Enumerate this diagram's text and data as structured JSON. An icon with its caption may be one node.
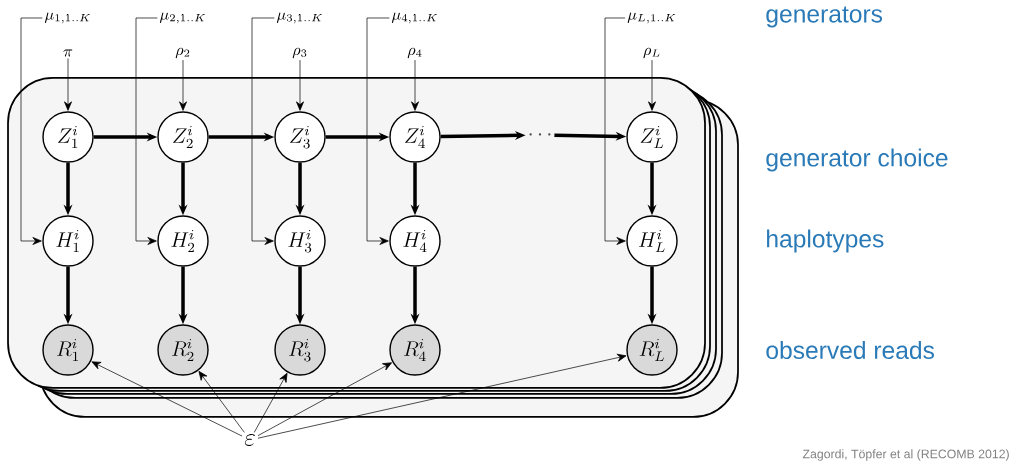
{
  "diagram": {
    "nodes": [
      {
        "text": [
          "\\mu_{1,1..K}"
        ]
      },
      {
        "text": [
          "\\mu_{2,1..K}"
        ]
      },
      {
        "text": [
          "\\mu_{3,1..K}"
        ]
      },
      {
        "text": [
          "\\mu_{4,1..K}"
        ]
      },
      {
        "text": [
          "\\mu_{L,1..K}"
        ]
      },
      {
        "text": [
          "\\pi"
        ]
      },
      {
        "text": [
          "\\rho_{2}"
        ]
      },
      {
        "text": [
          "\\rho_{3}"
        ]
      },
      {
        "text": [
          "\\rho_{4}"
        ]
      },
      {
        "text": [
          "\\rho_{L}"
        ]
      },
      {
        "text": [
          "Z^{i}_{1}"
        ]
      },
      {
        "text": [
          "Z^{i}_{2}"
        ]
      },
      {
        "text": [
          "Z^{i}_{3}"
        ]
      },
      {
        "text": [
          "Z^{i}_{4}"
        ]
      },
      {
        "text": [
          "Z^{i}_{L}"
        ]
      },
      {
        "text": [
          "H^{i}_{1}"
        ]
      },
      {
        "text": [
          "H^{i}_{2}"
        ]
      },
      {
        "text": [
          "H^{i}_{3}"
        ]
      },
      {
        "text": [
          "H^{i}_{4}"
        ]
      },
      {
        "text": [
          "H^{i}_{L}"
        ]
      },
      {
        "text": [
          "R^{i}_{1}"
        ]
      },
      {
        "text": [
          "R^{i}_{2}"
        ]
      },
      {
        "text": [
          "R^{i}_{3}"
        ]
      },
      {
        "text": [
          "R^{i}_{4}"
        ]
      },
      {
        "text": [
          "R^{i}_{L}"
        ]
      },
      {
        "text": [
          "\\cdots"
        ]
      },
      {
        "text": [
          "\\varepsilon"
        ]
      }
    ],
    "edges": [
      {
        "from": 0,
        "to": 15,
        "arrow": "to"
      },
      {
        "from": 1,
        "to": 16,
        "arrow": "to"
      },
      {
        "from": 2,
        "to": 17,
        "arrow": "to"
      },
      {
        "from": 3,
        "to": 18,
        "arrow": "to"
      },
      {
        "from": 4,
        "to": 19,
        "arrow": "to"
      },
      {
        "from": 5,
        "to": 10,
        "arrow": "to"
      },
      {
        "from": 6,
        "to": 11,
        "arrow": "to"
      },
      {
        "from": 7,
        "to": 12,
        "arrow": "to"
      },
      {
        "from": 8,
        "to": 13,
        "arrow": "to"
      },
      {
        "from": 9,
        "to": 14,
        "arrow": "to"
      },
      {
        "from": 10,
        "to": 11,
        "arrow": "to",
        "style": "thick"
      },
      {
        "from": 11,
        "to": 12,
        "arrow": "to",
        "style": "thick"
      },
      {
        "from": 12,
        "to": 13,
        "arrow": "to",
        "style": "thick"
      },
      {
        "from": 13,
        "to": 25,
        "arrow": "to",
        "style": "thick"
      },
      {
        "from": 25,
        "to": 14,
        "arrow": "to",
        "style": "thick"
      },
      {
        "from": 10,
        "to": 15,
        "arrow": "to",
        "style": "thick"
      },
      {
        "from": 11,
        "to": 16,
        "arrow": "to",
        "style": "thick"
      },
      {
        "from": 12,
        "to": 17,
        "arrow": "to",
        "style": "thick"
      },
      {
        "from": 13,
        "to": 18,
        "arrow": "to",
        "style": "thick"
      },
      {
        "from": 14,
        "to": 19,
        "arrow": "to",
        "style": "thick"
      },
      {
        "from": 15,
        "to": 20,
        "arrow": "to",
        "style": "thick"
      },
      {
        "from": 16,
        "to": 21,
        "arrow": "to",
        "style": "thick"
      },
      {
        "from": 17,
        "to": 22,
        "arrow": "to",
        "style": "thick"
      },
      {
        "from": 18,
        "to": 23,
        "arrow": "to",
        "style": "thick"
      },
      {
        "from": 19,
        "to": 24,
        "arrow": "to",
        "style": "thick"
      },
      {
        "from": 26,
        "to": 20,
        "arrow": "to"
      },
      {
        "from": 26,
        "to": 21,
        "arrow": "to"
      },
      {
        "from": 26,
        "to": 22,
        "arrow": "to"
      },
      {
        "from": 26,
        "to": 23,
        "arrow": "to"
      },
      {
        "from": 26,
        "to": 24,
        "arrow": "to"
      }
    ],
    "labels": [
      "generators",
      "generator choice",
      "haplotypes",
      "observed reads",
      "Zagordi, Töpfer et al (RECOMB 2012)"
    ]
  }
}
